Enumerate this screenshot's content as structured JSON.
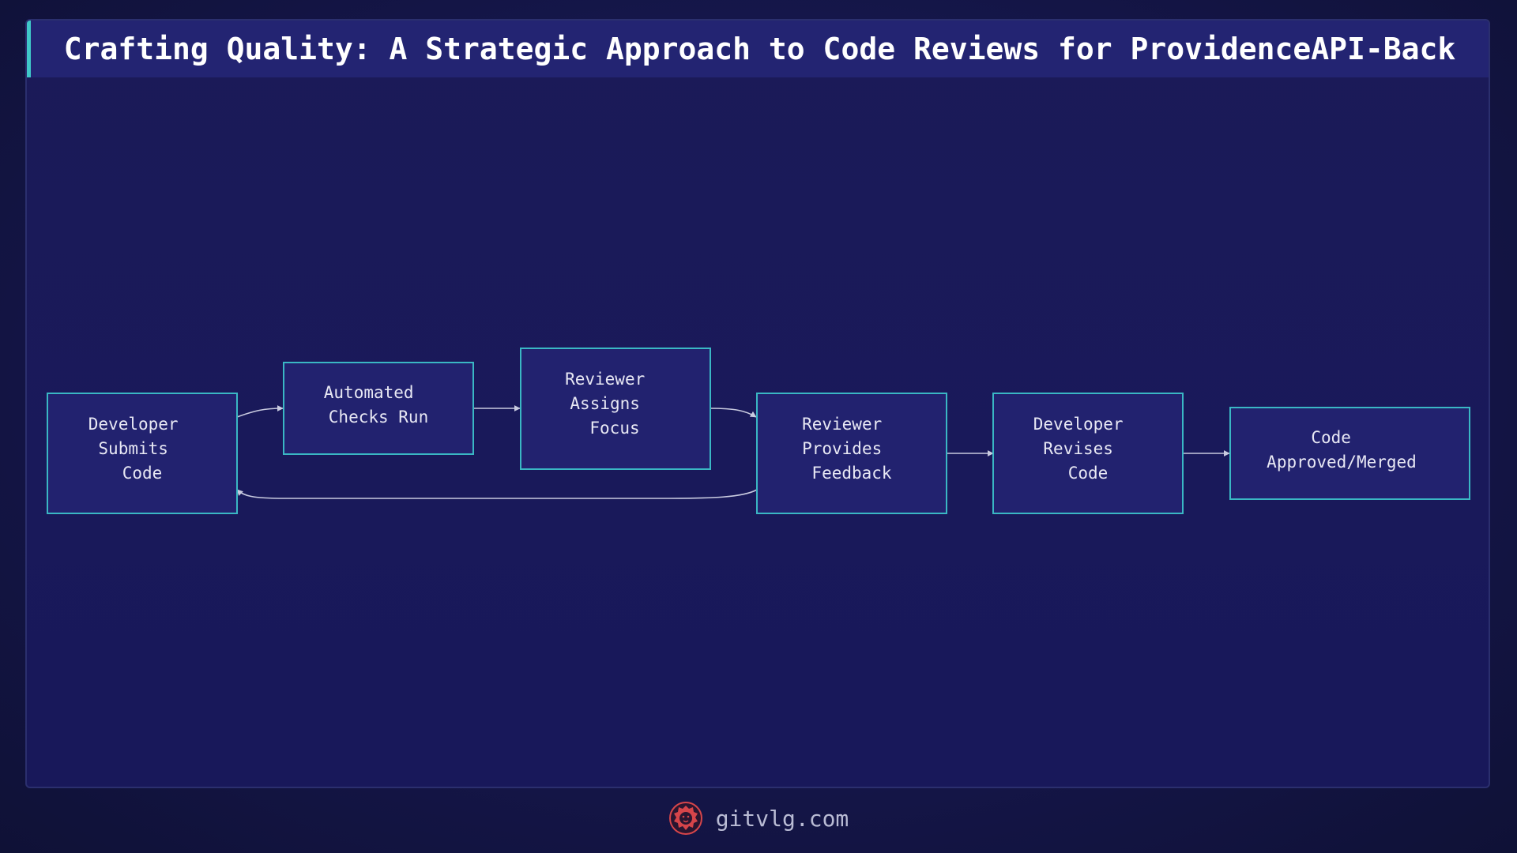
{
  "title": "Crafting Quality: A Strategic Approach to Code Reviews for ProvidenceAPI-Back",
  "diagram": {
    "nodes": [
      {
        "id": "submit",
        "lines": [
          "Developer",
          "Submits",
          "Code"
        ]
      },
      {
        "id": "checks",
        "lines": [
          "Automated",
          "Checks Run"
        ]
      },
      {
        "id": "assign",
        "lines": [
          "Reviewer",
          "Assigns",
          "Focus"
        ]
      },
      {
        "id": "feedback",
        "lines": [
          "Reviewer",
          "Provides",
          "Feedback"
        ]
      },
      {
        "id": "revise",
        "lines": [
          "Developer",
          "Revises",
          "Code"
        ]
      },
      {
        "id": "merged",
        "lines": [
          "Code",
          "Approved/Merged"
        ]
      }
    ],
    "edges": [
      {
        "from": "submit",
        "to": "checks"
      },
      {
        "from": "checks",
        "to": "assign"
      },
      {
        "from": "assign",
        "to": "feedback"
      },
      {
        "from": "feedback",
        "to": "revise"
      },
      {
        "from": "revise",
        "to": "merged"
      },
      {
        "from": "feedback",
        "to": "submit"
      }
    ]
  },
  "footer": {
    "site": "gitvlg.com",
    "logo_icon": "lion-head-icon"
  },
  "colors": {
    "accent": "#3fc8c8",
    "node_fill": "#22226f",
    "node_stroke": "#3ab7c4",
    "background": "#18185a",
    "logo": "#d6454a"
  }
}
